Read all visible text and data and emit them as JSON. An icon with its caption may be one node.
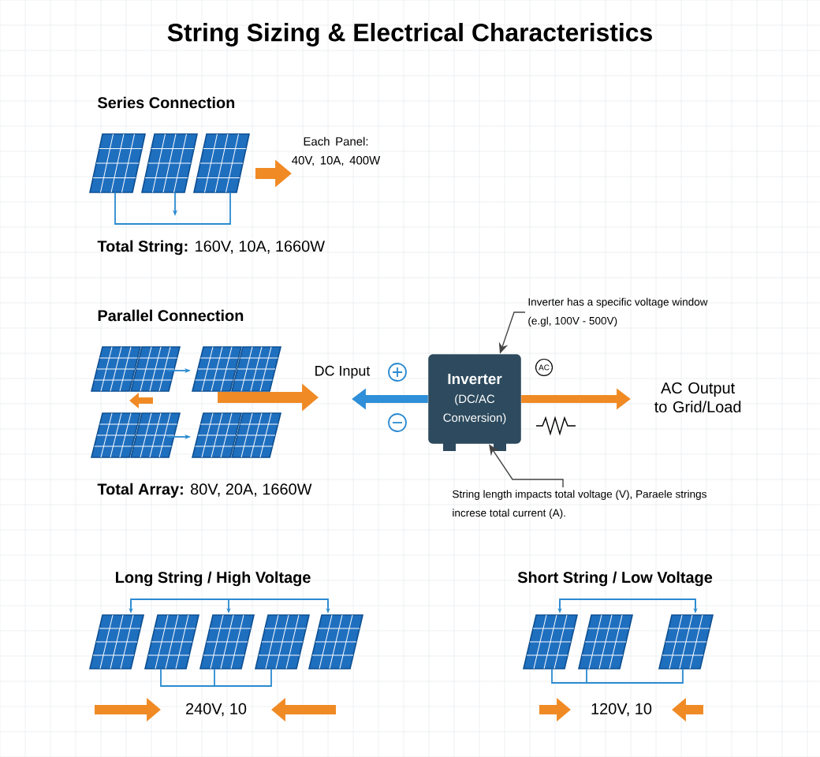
{
  "diagram": {
    "title": "String Sizing & Electrical Characteristics",
    "nodes": [
      {
        "text": [
          "Inverter has a specific voltage window (e.gl, 100V - 500V)"
        ]
      },
      {
        "text": [
          "DC Input"
        ]
      },
      {
        "text": [
          "Inverter",
          "(DC/AC Conversion)"
        ]
      },
      {
        "text": [
          "AC Output to Grid/Load"
        ]
      },
      {
        "text": [
          "String length impacts total voltage (V), Paraele strings increse total current (A)."
        ]
      }
    ],
    "edges": [
      {
        "from": 2,
        "to": 1,
        "arrow": "to",
        "style": "thick",
        "color": "#2f8fd8"
      },
      {
        "from": 2,
        "to": 3,
        "arrow": "to",
        "style": "thick",
        "color": "#f08a24"
      },
      {
        "from": 0,
        "to": 2,
        "arrow": "to"
      },
      {
        "from": 4,
        "to": 2,
        "arrow": "to"
      }
    ],
    "labels": [
      "Series Connection",
      "Each Panel: 40V, 10A, 400W",
      "**Total String:** 160V, 10A, 1660W",
      "Parallel Connection",
      "AC",
      "**Total Array:** 80V, 20A, 1660W",
      "Long String / High Voltage",
      "Short String / Low Voltage",
      "240V, 10",
      "120V, 10"
    ]
  }
}
